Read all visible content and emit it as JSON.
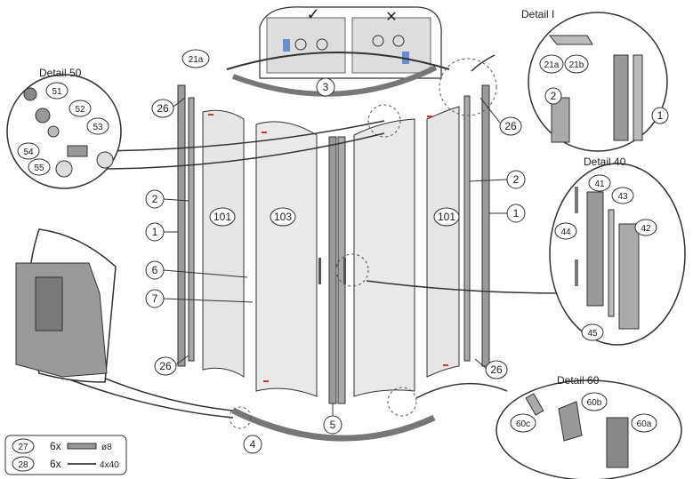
{
  "details": {
    "detail_i": "Detail I",
    "detail_50": "Detail 50",
    "detail_40": "Detail 40",
    "detail_60": "Detail 60"
  },
  "check_mark": "✓",
  "cross_mark": "✕",
  "parts": {
    "p1": "1",
    "p2": "2",
    "p3": "3",
    "p4": "4",
    "p5": "5",
    "p6": "6",
    "p7": "7",
    "p21a": "21a",
    "p21b": "21b",
    "p26": "26",
    "p41": "41",
    "p42": "42",
    "p43": "43",
    "p44": "44",
    "p45": "45",
    "p51": "51",
    "p52": "52",
    "p53": "53",
    "p54": "54",
    "p55": "55",
    "p60a": "60a",
    "p60b": "60b",
    "p60c": "60c",
    "p101": "101",
    "p103": "103"
  },
  "hardware": [
    {
      "id": "27",
      "qty": "6x",
      "spec": "ø8"
    },
    {
      "id": "28",
      "qty": "6x",
      "spec": "4x40"
    }
  ],
  "colors": {
    "glass": "#e6e6e6",
    "frame": "#8a8a8a",
    "outline": "#333333",
    "accent_red": "#d0342c"
  }
}
